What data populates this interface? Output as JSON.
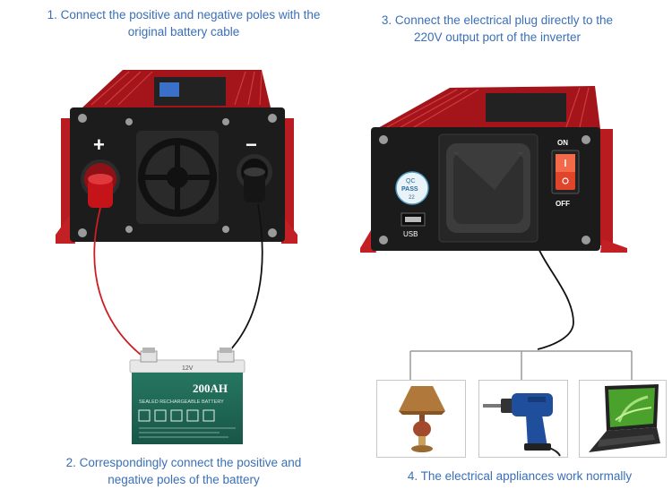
{
  "steps": {
    "step1_line1": "1. Connect the positive and negative poles with the",
    "step1_line2": "original battery cable",
    "step2_line1": "2. Correspondingly connect the positive and",
    "step2_line2": "negative poles of the battery",
    "step3_line1": "3. Connect the electrical plug directly to the",
    "step3_line2": "220V output port of the inverter",
    "step4": "4. The electrical appliances work normally"
  },
  "inverter_front": {
    "positive_symbol": "+",
    "negative_symbol": "−"
  },
  "inverter_back": {
    "on_label": "ON",
    "off_label": "OFF",
    "usb_label": "USB",
    "qc_label_top": "QC",
    "qc_label_mid": "PASS",
    "qc_label_num": "22"
  },
  "battery": {
    "capacity": "200AH",
    "voltage": "12V",
    "subtitle": "SEALED RECHARGEABLE BATTERY"
  },
  "appliances": [
    "lamp",
    "drill",
    "laptop"
  ],
  "colors": {
    "accent_text": "#3a6fb7",
    "inverter_red": "#b3181c",
    "panel_black": "#1b1b1b",
    "battery_green": "#1f6a57"
  }
}
